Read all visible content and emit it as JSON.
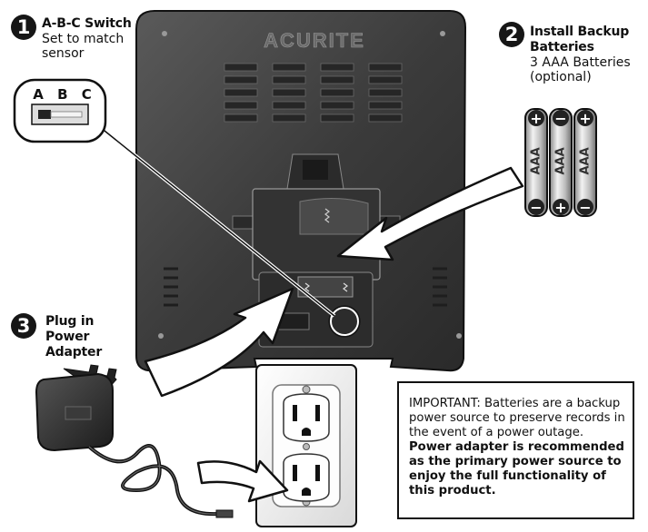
{
  "brand": "ACURITE",
  "steps": [
    {
      "number": "1",
      "title": "A-B-C Switch",
      "desc": "Set to match\nsensor"
    },
    {
      "number": "2",
      "title": "Install Backup\nBatteries",
      "desc": "3 AAA Batteries\n(optional)"
    },
    {
      "number": "3",
      "title": "Plug in\nPower\nAdapter",
      "desc": ""
    }
  ],
  "switch_letters": "A B C",
  "battery_label": "AAA",
  "note": {
    "regular": "IMPORTANT: Batteries are a backup power source to preserve records in the event of a power outage.",
    "bold": "Power adapter is recommended as the primary power source to enjoy the full functionality of this product."
  },
  "colors": {
    "ink": "#111111",
    "device": "#3a3a3a",
    "arrow_fill": "#ffffff"
  }
}
